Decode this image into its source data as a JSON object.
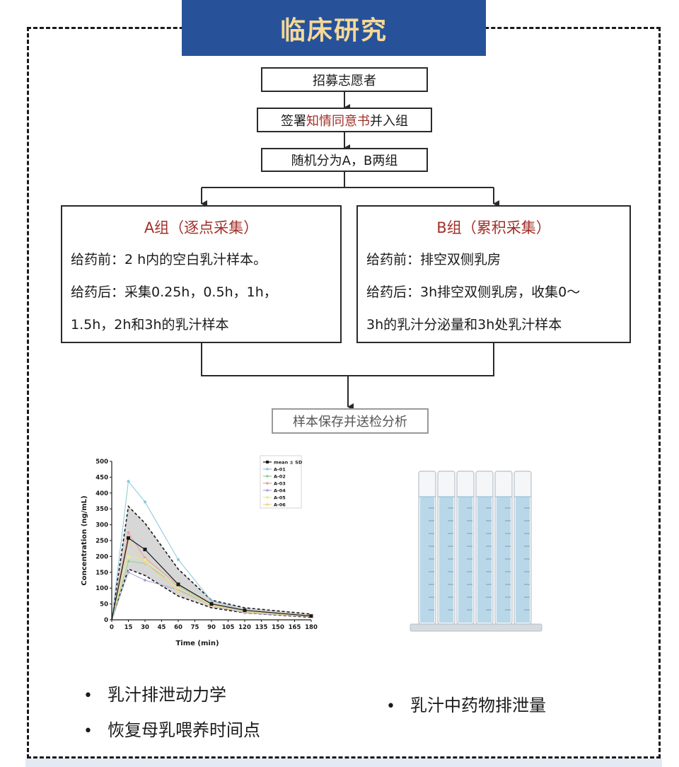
{
  "title": "临床研究",
  "flow": {
    "step1": "招募志愿者",
    "step2_pre": "签署",
    "step2_highlight": "知情同意书",
    "step2_post": "并入组",
    "step3": "随机分为A，B两组",
    "final": "样本保存并送检分析"
  },
  "group_a": {
    "title": "A组（逐点采集）",
    "line1": "给药前：2 h内的空白乳汁样本。",
    "line2": "给药后：采集0.25h，0.5h，1h，",
    "line3": "1.5h，2h和3h的乳汁样本"
  },
  "group_b": {
    "title": "B组（累积采集）",
    "line1": "给药前：排空双侧乳房",
    "line2": "给药后：3h排空双侧乳房，收集0～",
    "line3": "3h的乳汁分泌量和3h处乳汁样本"
  },
  "chart_data": {
    "type": "line",
    "xlabel": "Time (min)",
    "ylabel": "Concentration (ng/mL)",
    "xlim": [
      0,
      180
    ],
    "ylim": [
      0,
      500
    ],
    "xticks": [
      0,
      15,
      30,
      45,
      60,
      75,
      90,
      105,
      120,
      135,
      150,
      165,
      180
    ],
    "yticks": [
      0,
      50,
      100,
      150,
      200,
      250,
      300,
      350,
      400,
      450,
      500
    ],
    "x": [
      0,
      15,
      30,
      60,
      90,
      120,
      180
    ],
    "legend": [
      "mean ± SD",
      "A-01",
      "A-02",
      "A-03",
      "A-04",
      "A-05",
      "A-06"
    ],
    "legend_position": "top-right",
    "series": [
      {
        "name": "mean ± SD",
        "values": [
          0,
          258,
          222,
          112,
          50,
          30,
          12
        ],
        "color": "#1a1a1a"
      },
      {
        "name": "A-01",
        "values": [
          0,
          437,
          372,
          190,
          60,
          30,
          12
        ],
        "color": "#8ac6d8"
      },
      {
        "name": "A-02",
        "values": [
          0,
          185,
          178,
          105,
          48,
          22,
          10
        ],
        "color": "#8fd08f"
      },
      {
        "name": "A-03",
        "values": [
          0,
          275,
          195,
          110,
          52,
          30,
          12
        ],
        "color": "#f09aa0"
      },
      {
        "name": "A-04",
        "values": [
          0,
          150,
          125,
          95,
          45,
          22,
          10
        ],
        "color": "#a9a6d8"
      },
      {
        "name": "A-05",
        "values": [
          0,
          200,
          190,
          100,
          48,
          25,
          10
        ],
        "color": "#e9ec8a"
      },
      {
        "name": "A-06",
        "values": [
          0,
          245,
          180,
          90,
          45,
          26,
          10
        ],
        "color": "#f2d28c"
      }
    ],
    "sd_upper": [
      0,
      358,
      305,
      160,
      62,
      38,
      18
    ],
    "sd_lower": [
      0,
      160,
      140,
      75,
      38,
      22,
      8
    ]
  },
  "bullets_left": [
    "乳汁排泄动力学",
    "恢复母乳喂养时间点"
  ],
  "bullets_right": [
    "乳汁中药物排泄量"
  ],
  "bullet_symbol": "•",
  "colors": {
    "banner": "#27529a",
    "banner_text": "#f6d898",
    "highlight_red": "#a2302a",
    "tube_fill": "#b8d8ea"
  }
}
